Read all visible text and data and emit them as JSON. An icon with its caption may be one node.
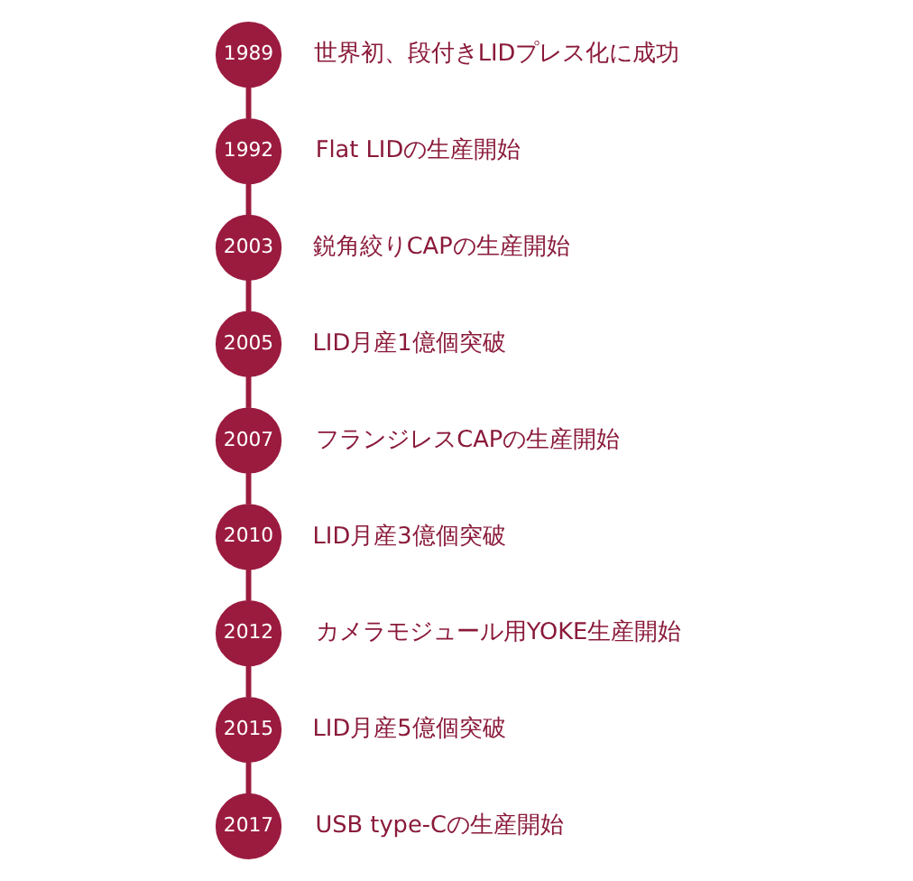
{
  "diagram": {
    "nodes": [
      {
        "text": [
          "1989"
        ],
        "beside": [
          "世界初、段付きLIDプレス化に成功"
        ]
      },
      {
        "text": [
          "1992"
        ],
        "beside": [
          "Flat LIDの生産開始"
        ]
      },
      {
        "text": [
          "2003"
        ],
        "beside": [
          "鋭角絞りCAPの生産開始"
        ]
      },
      {
        "text": [
          "2005"
        ],
        "beside": [
          "LID月産1億個突破"
        ]
      },
      {
        "text": [
          "2007"
        ],
        "beside": [
          "フランジレスCAPの生産開始"
        ]
      },
      {
        "text": [
          "2010"
        ],
        "beside": [
          "LID月産3億個突破"
        ]
      },
      {
        "text": [
          "2012"
        ],
        "beside": [
          "カメラモジュール用YOKE生産開始"
        ]
      },
      {
        "text": [
          "2015"
        ],
        "beside": [
          "LID月産5億個突破"
        ]
      },
      {
        "text": [
          "2017"
        ],
        "beside": [
          "USB type-Cの生産開始"
        ]
      }
    ],
    "edges": [
      {
        "from": 0,
        "to": 1,
        "arrow": "none"
      },
      {
        "from": 1,
        "to": 2,
        "arrow": "none"
      },
      {
        "from": 2,
        "to": 3,
        "arrow": "none"
      },
      {
        "from": 3,
        "to": 4,
        "arrow": "none"
      },
      {
        "from": 4,
        "to": 5,
        "arrow": "none"
      },
      {
        "from": 5,
        "to": 6,
        "arrow": "none"
      },
      {
        "from": 6,
        "to": 7,
        "arrow": "none"
      },
      {
        "from": 7,
        "to": 8,
        "arrow": "none"
      }
    ]
  }
}
